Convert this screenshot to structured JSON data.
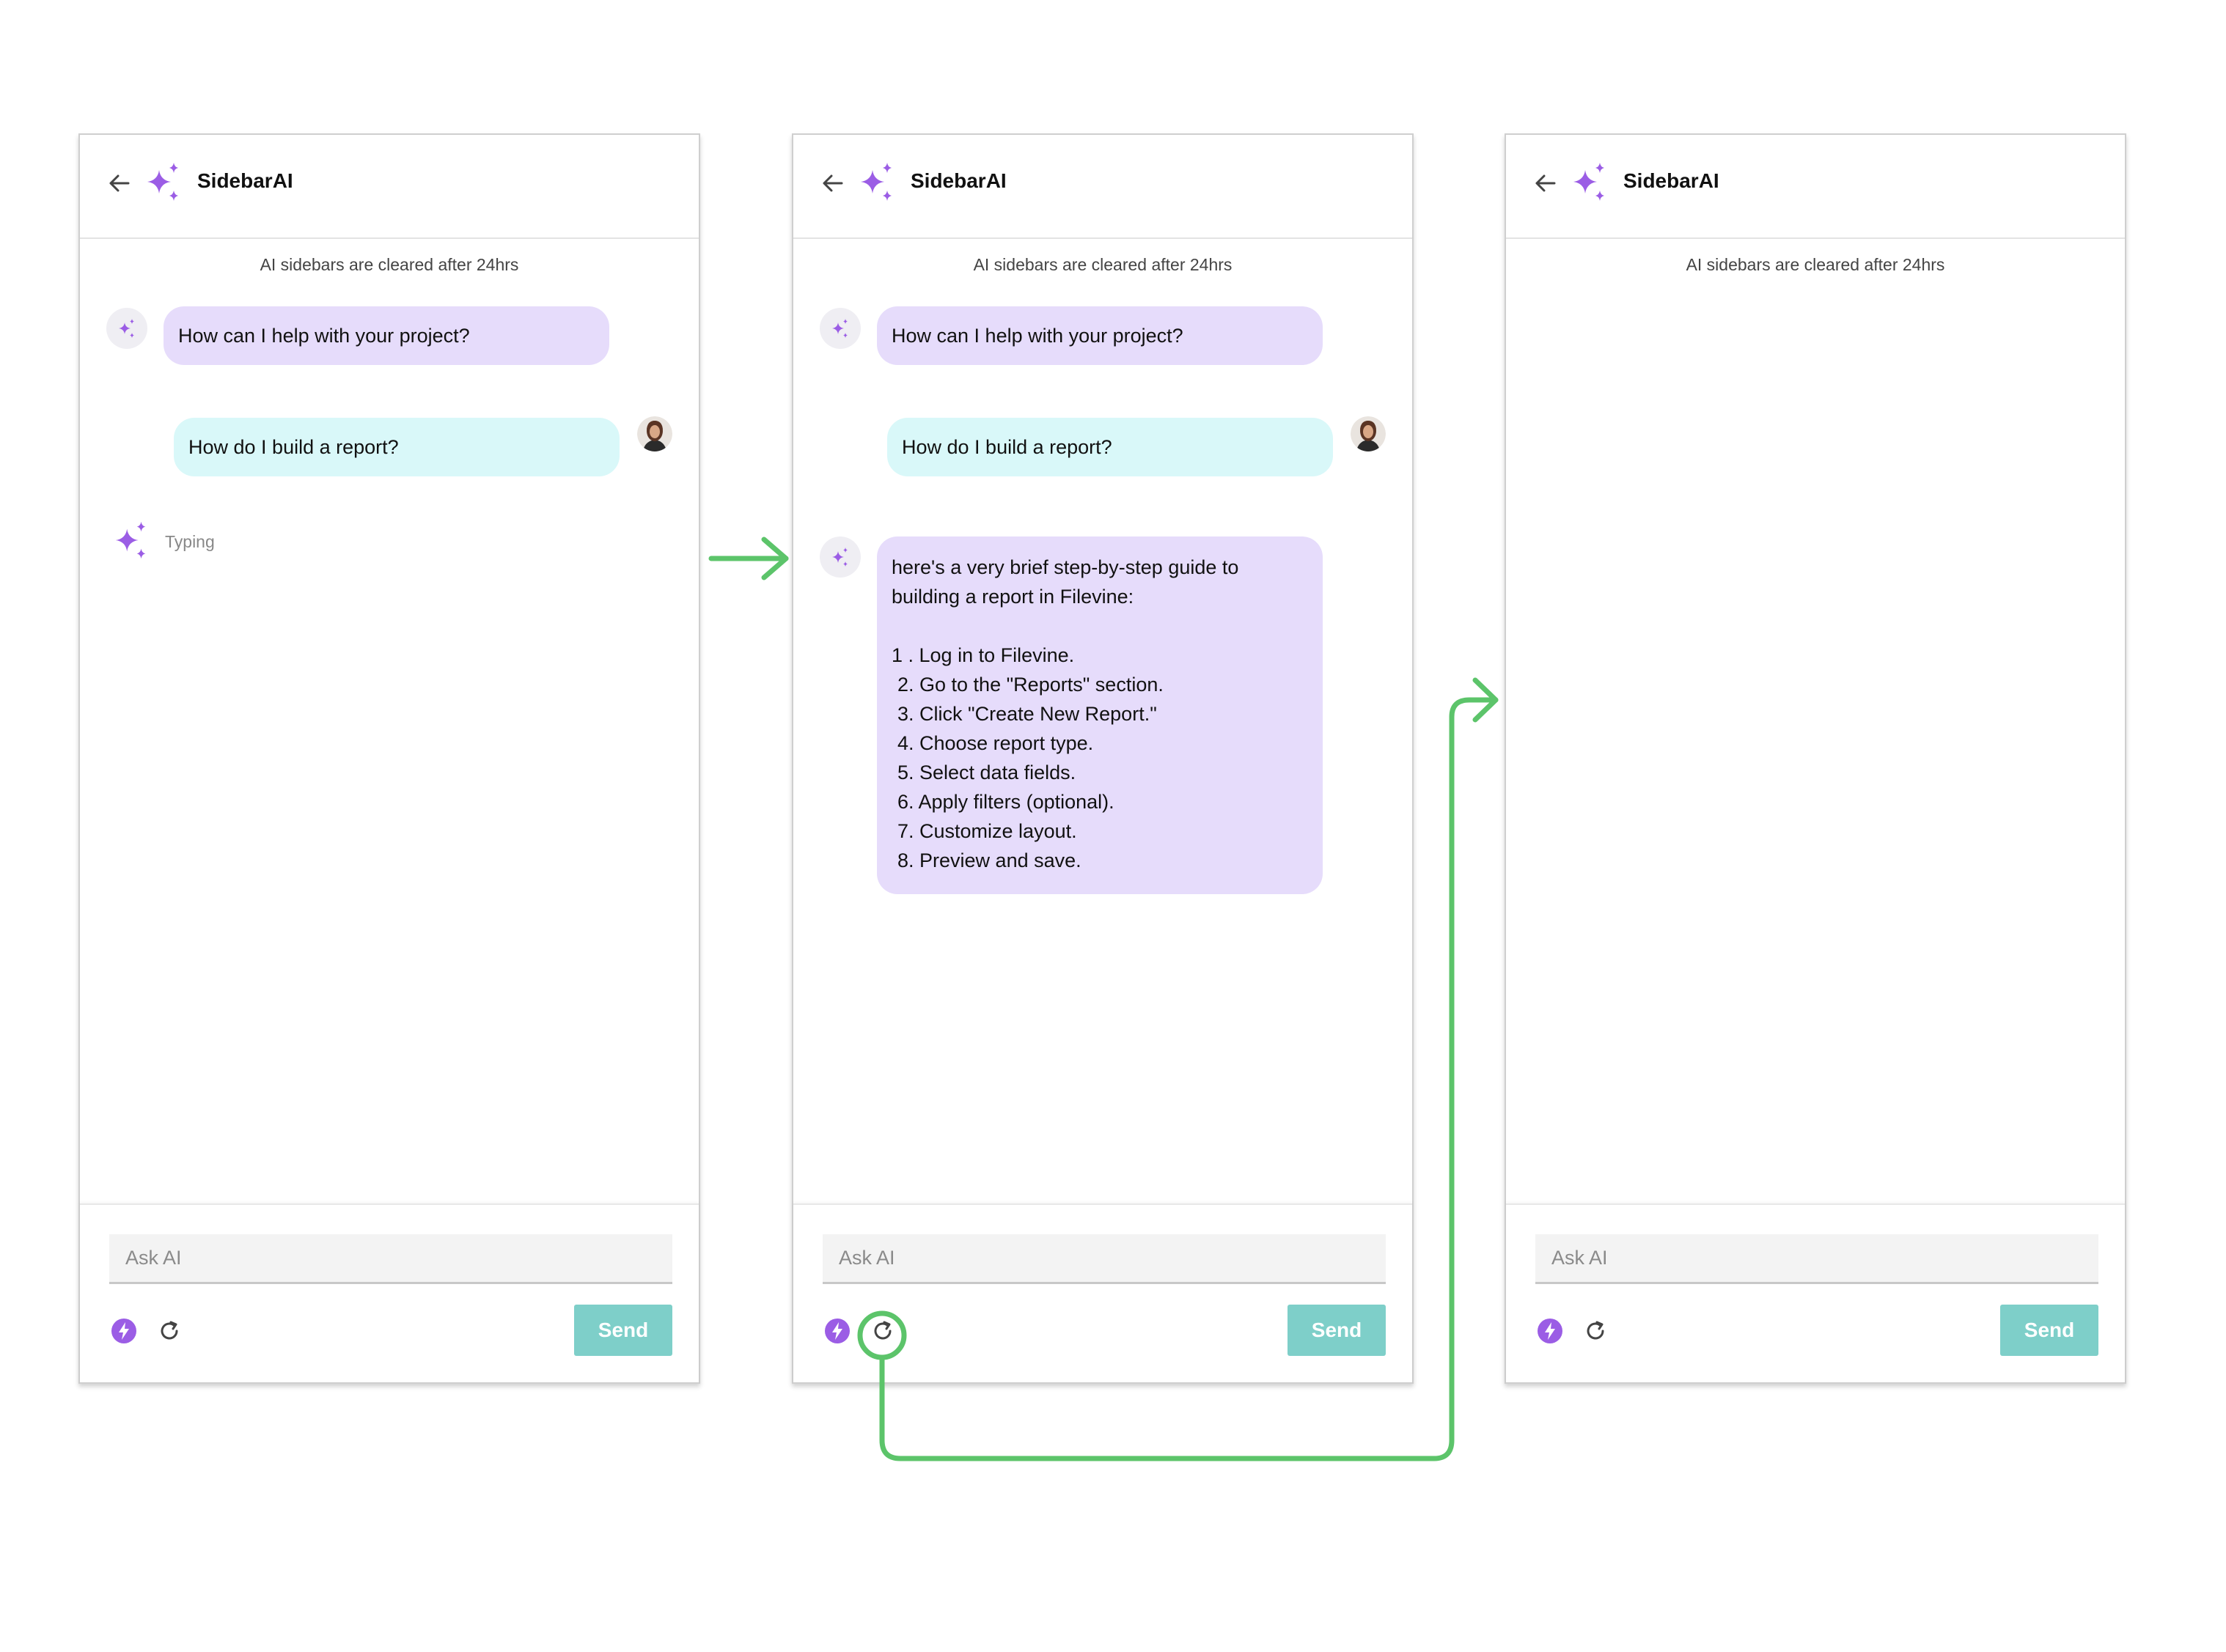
{
  "app": {
    "title": "SidebarAI",
    "notice": "AI sidebars are cleared after 24hrs",
    "input_placeholder": "Ask AI",
    "send_label": "Send"
  },
  "colors": {
    "accent": "#9b5de5",
    "ai_bubble": "#e6dcfb",
    "user_bubble": "#d9f8f9",
    "send_button": "#7ecfc9",
    "flow_arrow": "#5cc46a"
  },
  "icons": [
    "back-arrow-icon",
    "sparkles-icon",
    "bolt-icon",
    "refresh-icon"
  ],
  "conversation": {
    "ai_greeting": "How can I help with your project?",
    "user_question": "How do I build a report?",
    "typing_label": "Typing",
    "ai_answer": {
      "intro": "here's a very brief step-by-step guide to building a report in Filevine:",
      "steps": [
        "1 . Log in to Filevine.",
        "2. Go to the \"Reports\" section.",
        "3. Click \"Create New Report.\"",
        "4. Choose report type.",
        "5. Select data fields.",
        "6. Apply filters (optional).",
        "7. Customize layout.",
        "8. Preview and save."
      ]
    }
  }
}
